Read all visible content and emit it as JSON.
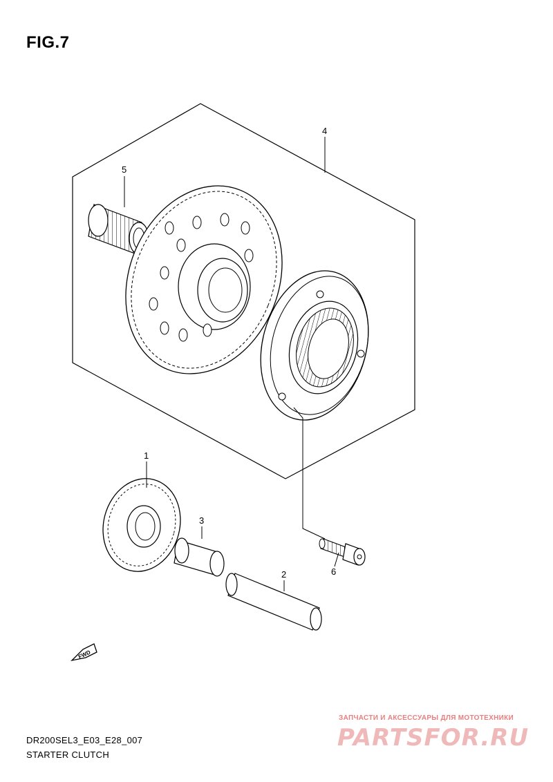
{
  "figure": {
    "title": "FIG.7"
  },
  "callouts": {
    "c1": "1",
    "c2": "2",
    "c3": "3",
    "c4": "4",
    "c5": "5",
    "c6": "6"
  },
  "fwd_label": "FWD",
  "footer": {
    "code": "DR200SEL3_E03_E28_007",
    "name": "STARTER CLUTCH"
  },
  "watermark": {
    "tagline": "ЗАПЧАСТИ И АКСЕССУАРЫ ДЛЯ МОТОТЕХНИКИ",
    "logo": "PARTSFOR.RU"
  },
  "colors": {
    "line": "#000000",
    "watermark": "#e87f7f"
  }
}
